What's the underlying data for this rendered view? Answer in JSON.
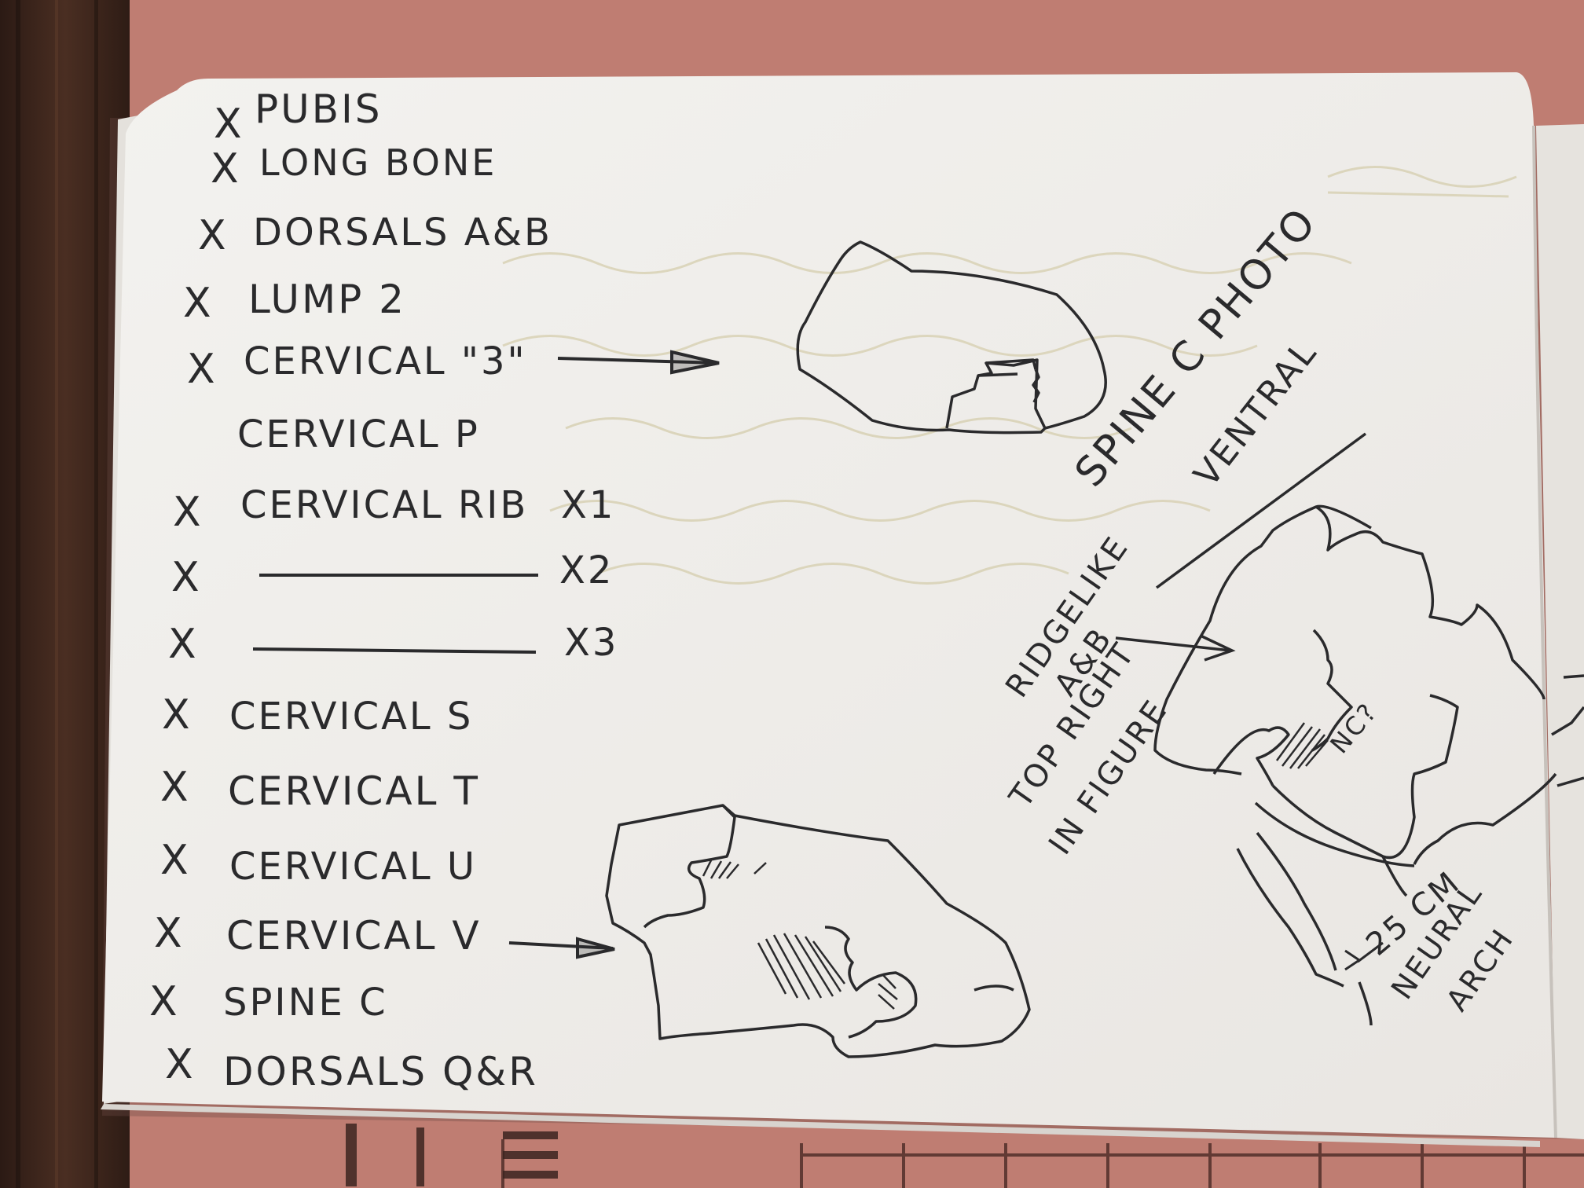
{
  "checklist": [
    {
      "mark": "X",
      "label": "PUBIS"
    },
    {
      "mark": "X",
      "label": "LONG BONE"
    },
    {
      "mark": "X",
      "label": "DORSALS A&B"
    },
    {
      "mark": "X",
      "label": "LUMP 2"
    },
    {
      "mark": "X",
      "label": "CERVICAL \"3\""
    },
    {
      "mark": "",
      "label": "CERVICAL P"
    },
    {
      "mark": "X",
      "label": "CERVICAL RIB",
      "suffix": "X1"
    },
    {
      "mark": "X",
      "label": "",
      "suffix": "X2"
    },
    {
      "mark": "X",
      "label": "",
      "suffix": "X3"
    },
    {
      "mark": "X",
      "label": "CERVICAL S"
    },
    {
      "mark": "X",
      "label": "CERVICAL T"
    },
    {
      "mark": "X",
      "label": "CERVICAL U"
    },
    {
      "mark": "X",
      "label": "CERVICAL V"
    },
    {
      "mark": "X",
      "label": "SPINE C"
    },
    {
      "mark": "X",
      "label": "DORSALS Q&R"
    }
  ],
  "annotations": {
    "spine_photo": "SPINE C PHOTO",
    "ventral": "VENTRAL",
    "ridgelike_1": "RIDGELIKE",
    "ridgelike_2": "A&B",
    "top_right_1": "TOP RIGHT",
    "top_right_2": "IN FIGURE",
    "nc": "NC?",
    "measure": "25 CM",
    "neural_1": "NEURAL",
    "neural_2": "ARCH"
  }
}
